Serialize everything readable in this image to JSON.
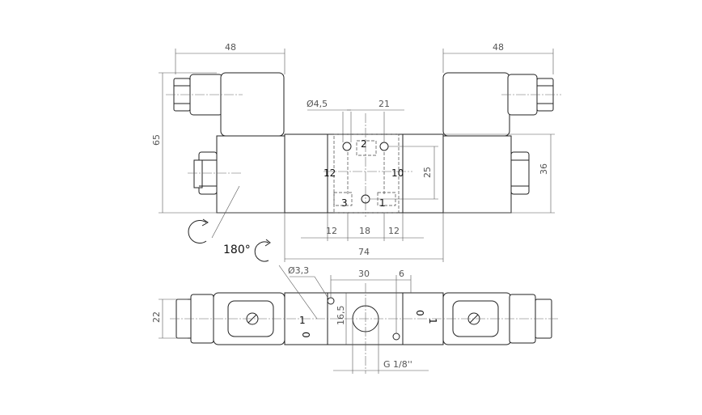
{
  "dimensions": {
    "coil_width_left": "48",
    "coil_width_right": "48",
    "total_height": "65",
    "port_diameter": "Ø4,5",
    "port_spacing": "21",
    "body_height": "36",
    "port_vertical": "25",
    "bottom_left": "12",
    "bottom_center": "18",
    "bottom_right": "12",
    "body_length": "74",
    "mount_hole": "Ø3,3",
    "mount_spacing": "30",
    "mount_offset": "6",
    "plan_height": "22",
    "plan_center": "16,5",
    "thread": "G 1/8''"
  },
  "ports": {
    "p2": "2",
    "p12": "12",
    "p10": "10",
    "p3": "3",
    "p1": "1"
  },
  "rotation_label": "180°",
  "marks": {
    "left_one": "1",
    "left_zero": "0",
    "right_one": "1",
    "right_zero": "0"
  },
  "colors": {
    "line": "#222222",
    "dimension": "#555555",
    "background": "#ffffff"
  }
}
